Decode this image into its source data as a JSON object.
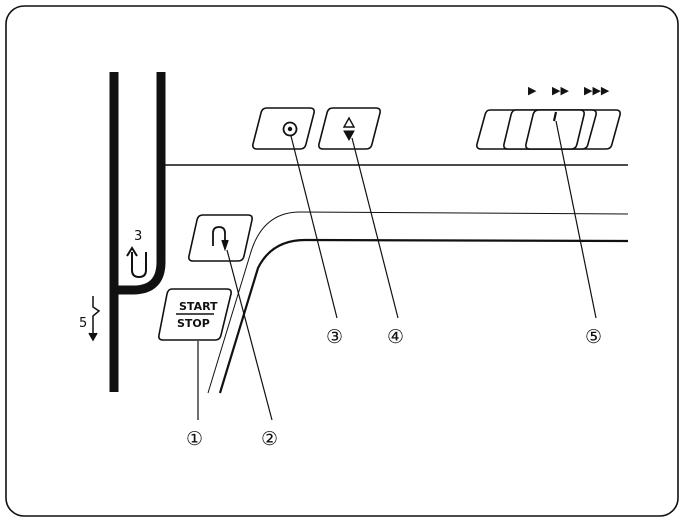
{
  "buttons": {
    "start_stop": {
      "top_label": "START",
      "bottom_label": "STOP"
    }
  },
  "callouts": [
    {
      "id": "1",
      "label": "①"
    },
    {
      "id": "2",
      "label": "②"
    },
    {
      "id": "3",
      "label": "③"
    },
    {
      "id": "4",
      "label": "④"
    },
    {
      "id": "5",
      "label": "⑤"
    }
  ],
  "side_marks": {
    "reverse_number": "3",
    "thread_number": "5"
  },
  "speed_indicator": {
    "low": "▶",
    "mid": "▶▶",
    "high": "▶▶▶"
  },
  "colors": {
    "line": "#111111",
    "background": "#ffffff"
  }
}
